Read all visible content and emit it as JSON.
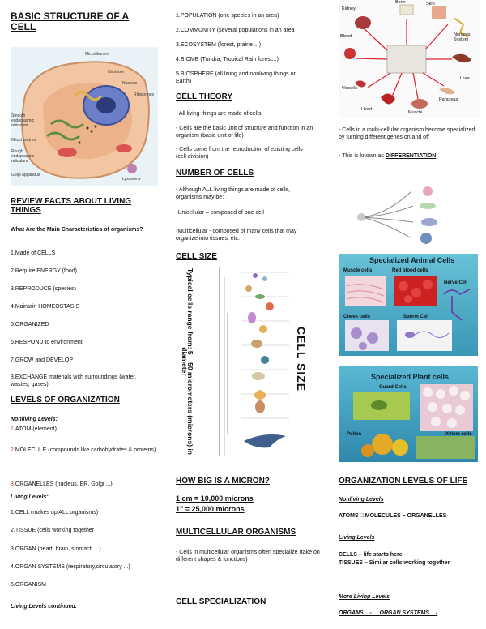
{
  "col1": {
    "title": "BASIC STRUCTURE OF A CELL",
    "cell_labels": {
      "microfilament": "Microfilament",
      "centriole": "Centriole",
      "nucleus": "Nucleus",
      "ribosomes": "Ribosomes",
      "smooth_er": "Smooth endoplasmic reticulum",
      "mitochondrion": "Mitochondrion",
      "rough_er": "Rough endoplasmic reticulum",
      "golgi": "Golgi apparatus",
      "lysosome": "Lysosome"
    },
    "review_heading": "REVIEW FACTS ABOUT LIVING THINGS",
    "question": "What Are the Main Characteristics of organisms?",
    "characteristics": [
      "1.Made of CELLS",
      "2.Require ENERGY (food)",
      "3.REPRODUCE (species)",
      "4.Maintain HOMEOSTASIS",
      "5.ORGANIZED",
      "6.RESPOND to environment",
      "7.GROW and DEVELOP",
      "8.EXCHANGE materials with surroundings (water, wastes, gases)"
    ],
    "levels_heading": "LEVELS OF ORGANIZATION",
    "nonliving_label": "Nonliving Levels:",
    "nonliving": [
      {
        "num": "1.",
        "text": "ATOM (element)"
      },
      {
        "num": "2.",
        "text": "MOLECULE (compounds like carbohydrates & proteins)"
      },
      {
        "num": "3.",
        "text": "ORGANELLES (nucleus, ER, Golgi ...)"
      }
    ],
    "living_label": "Living Levels:",
    "living": [
      "1.CELL (makes up ALL organisms)",
      "2.TISSUE (cells working together",
      "3.ORGAN (heart, brain, stomach ...)",
      "4.ORGAN SYSTEMS (respiratory,circulatory ...)",
      "5.ORGANISM"
    ],
    "living_continued": "Living Levels continued:"
  },
  "col2": {
    "levels": [
      "1.POPULATION (one species in an area)",
      "2.COMMUNITY (several populations in an area",
      "3.ECOSYSTEM (forest, prairie ...)",
      "4.BIOME (Tundra, Tropical Rain forest...)",
      "5.BIOSPHERE (all living and nonliving things on Earth)"
    ],
    "theory_heading": "CELL THEORY",
    "theory": [
      "-  All living things are made of cells",
      "-  Cells are the basic unit of structure and function in an organism (basic unit of life)",
      "- Cells come from the reproduction of existing cells (cell division)"
    ],
    "number_heading": "NUMBER OF CELLS",
    "number": [
      "- Although ALL living things are made of cells, organisms may be:",
      "-Unicellular – composed of one cell",
      "-Multicellular - composed of many cells that may organize into tissues, etc."
    ],
    "size_heading": "CELL SIZE",
    "size_fig": {
      "left_text": "Typical cells range from: 5 – 50 micrometers (microns) in diameter",
      "right_text": "CELL SIZE"
    },
    "micron_heading": "HOW BIG IS A MICRON?",
    "micron_lines": [
      "1 cm = 10,000 microns",
      "1\" = 25,000 microns"
    ],
    "multi_heading": "MULTICELLULAR ORGANISMS",
    "multi_text": "- Cells in multicellular organisms often specialize (take on different shapes & functions)",
    "spec_heading": "CELL SPECIALIZATION"
  },
  "col3": {
    "body_fig": {
      "labels": {
        "kidney": "Kidney",
        "bone": "Bone",
        "skin": "Skin",
        "nervous": "Nervous System",
        "blood": "Blood",
        "liver": "Liver",
        "vessels": "Vessels",
        "pancreas": "Pancreas",
        "heart": "Heart",
        "muscle": "Muscle"
      }
    },
    "diff_text": "- Cells in a multi-cellular organism become specialized by turning different genes on and off",
    "known_prefix": "- This is known as ",
    "known_term": "DIFFERENTIATION",
    "animal_fig": {
      "title": "Specialized Animal Cells",
      "muscle": "Muscle cells",
      "rbc": "Red blood cells",
      "nerve": "Nerve Cell",
      "cheek": "Cheek cells",
      "sperm": "Sperm Cell"
    },
    "plant_fig": {
      "title": "Specialized Plant cells",
      "guard": "Guard Cells",
      "pollen": "Pollen",
      "xylem": "Xylem cells"
    },
    "org_heading": "ORGANIZATION LEVELS OF LIFE",
    "nonliving_label": "Nonliving Levels",
    "nonliving_line": "ATOMS □ MOLECULES − ORGANELLES",
    "living_label": "Living Levels",
    "cells_line": "CELLS – life starts here",
    "tissues_line": "TISSUES – Similar cells working together",
    "more_label": "More Living Levels",
    "organs_line": "ORGANS    -     ORGAN SYSTEMS    -"
  }
}
